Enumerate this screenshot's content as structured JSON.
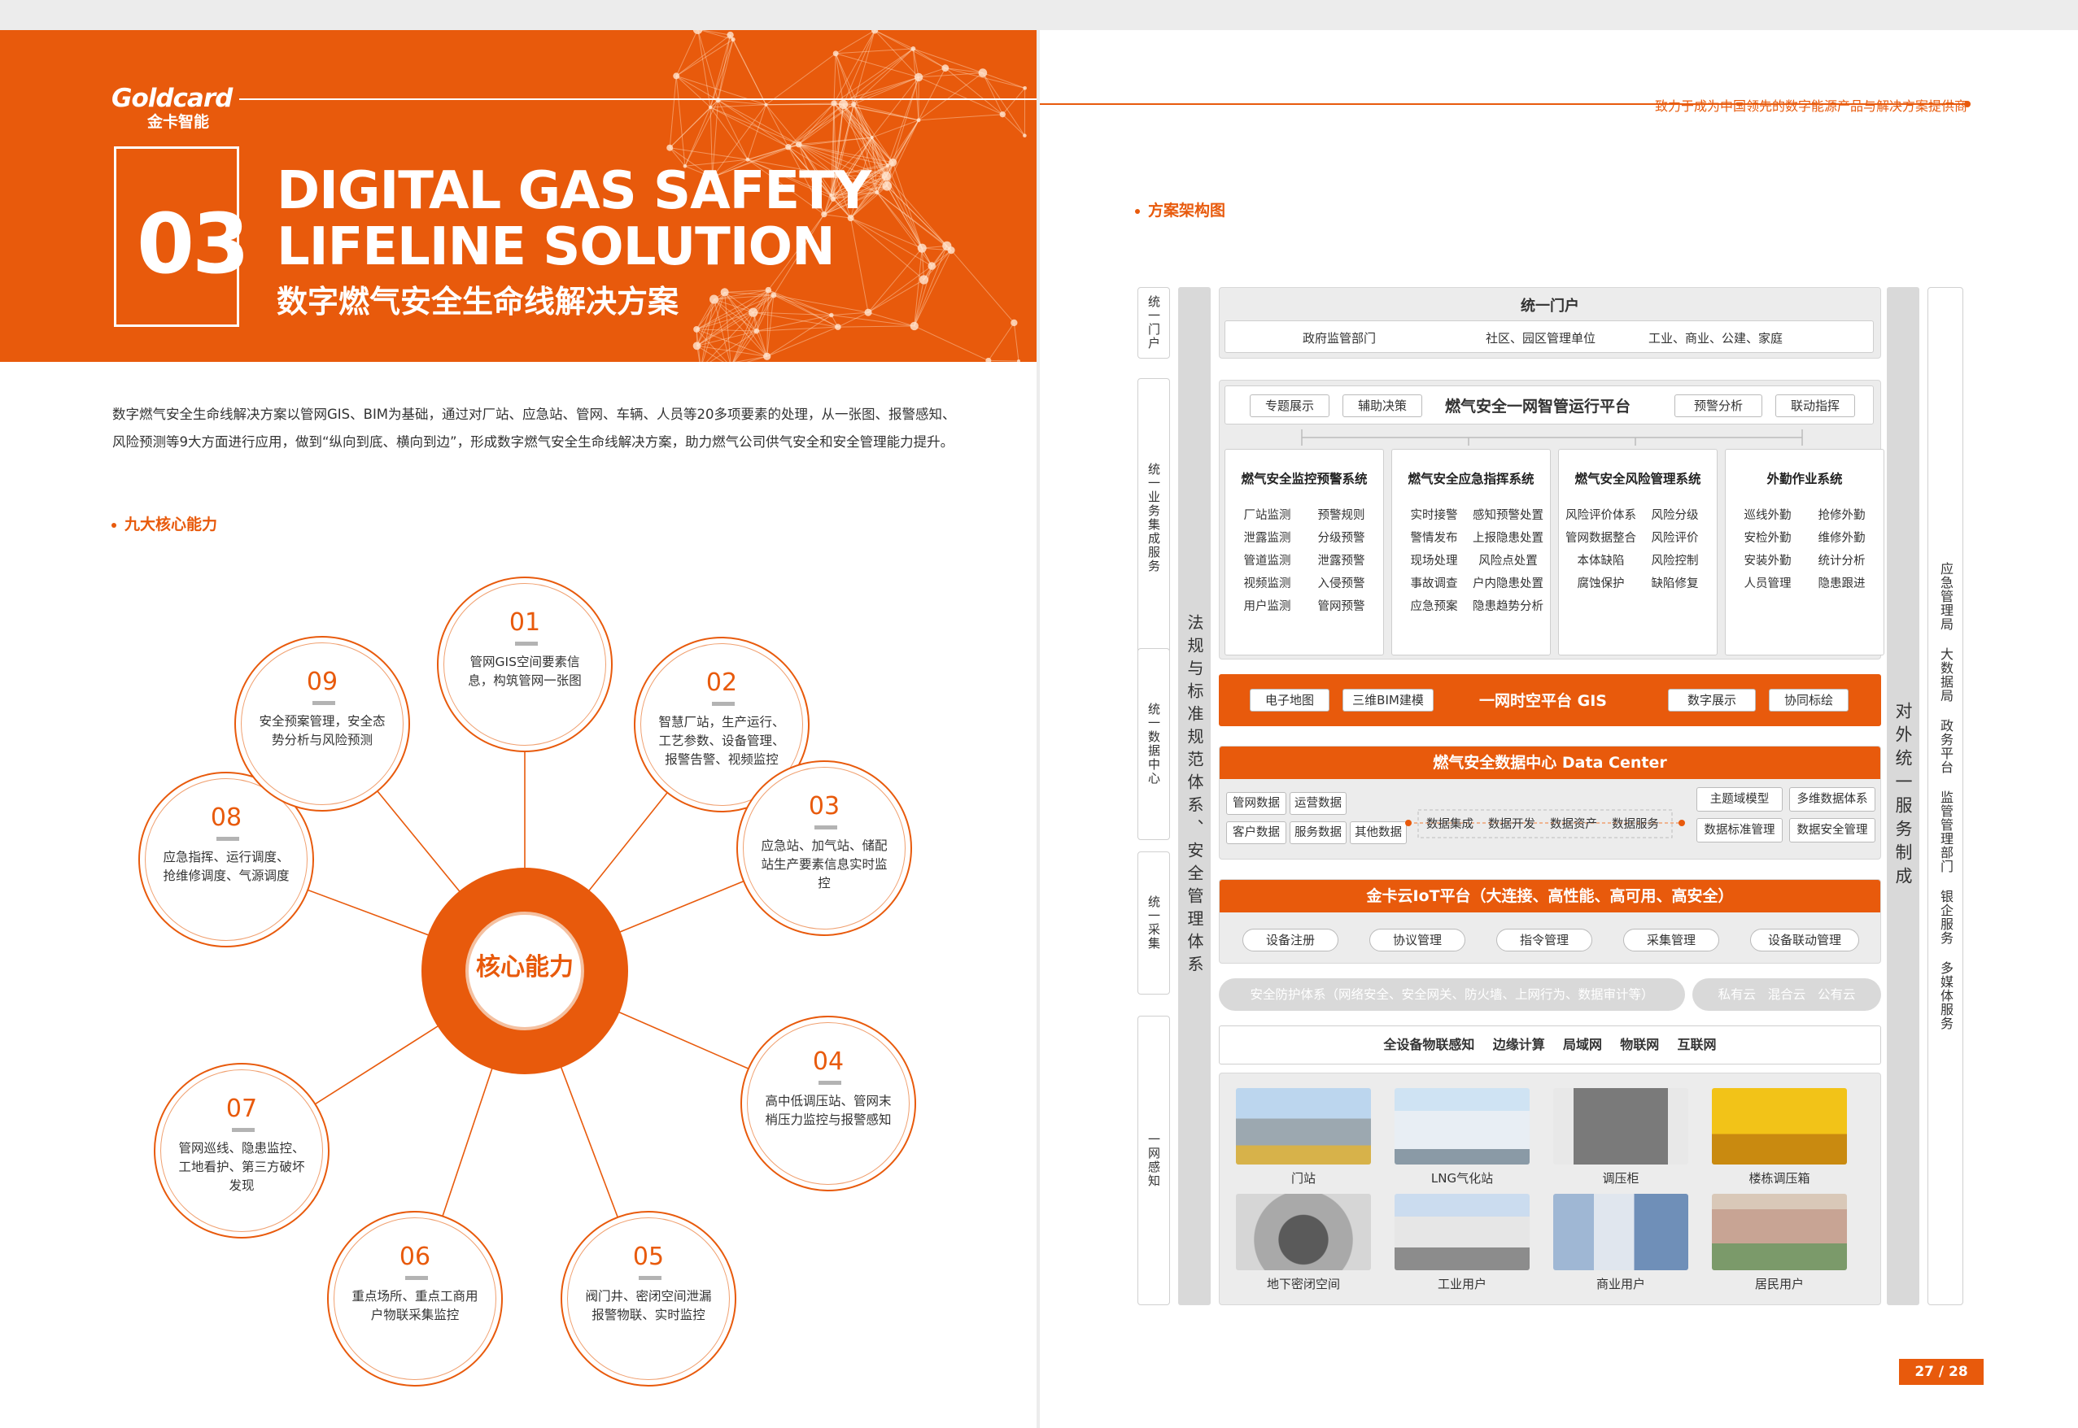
{
  "left_page": {
    "logo_en": "Goldcard",
    "logo_cn": "金卡智能",
    "section_number": "03",
    "title_line1": "DIGITAL GAS SAFETY",
    "title_line2": "LIFELINE SOLUTION",
    "title_cn": "数字燃气安全生命线解决方案",
    "intro": "数字燃气安全生命线解决方案以管网GIS、BIM为基础，通过对厂站、应急站、管网、车辆、人员等20多项要素的处理，从一张图、报警感知、风险预测等9大方面进行应用，做到“纵向到底、横向到边”，形成数字燃气安全生命线解决方案，助力燃气公司供气安全和安全管理能力提升。",
    "section_title": "九大核心能力",
    "core_label": "核心能力",
    "capabilities": [
      {
        "num": "01",
        "text": "管网GIS空间要素信息，构筑管网一张图"
      },
      {
        "num": "02",
        "text": "智慧厂站，生产运行、工艺参数、设备管理、报警告警、视频监控"
      },
      {
        "num": "03",
        "text": "应急站、加气站、储配站生产要素信息实时监控"
      },
      {
        "num": "04",
        "text": "高中低调压站、管网末梢压力监控与报警感知"
      },
      {
        "num": "05",
        "text": "阀门井、密闭空间泄漏报警物联、实时监控"
      },
      {
        "num": "06",
        "text": "重点场所、重点工商用户物联采集监控"
      },
      {
        "num": "07",
        "text": "管网巡线、隐患监控、工地看护、第三方破坏发现"
      },
      {
        "num": "08",
        "text": "应急指挥、运行调度、抢维修调度、气源调度"
      },
      {
        "num": "09",
        "text": "安全预案管理，安全态势分析与风险预测"
      }
    ]
  },
  "right_page": {
    "slogan": "致力于成为中国领先的数字能源产品与解决方案提供商",
    "section_title": "方案架构图",
    "page_number": "27 / 28",
    "left_columns": [
      "统一门户",
      "统一业务集成服务",
      "统一数据中心",
      "统一采集",
      "一网感知"
    ],
    "law_column": "法规与标准规范体系、安全管理体系",
    "service_column": "对外统一服务制成",
    "right_column": "应急管理局 大数据局 政务平台 监管管理部门 银企服务 多媒体服务",
    "portal": {
      "title": "统一门户",
      "items": [
        "政府监管部门",
        "社区、园区管理单位",
        "工业、商业、公建、家庭"
      ]
    },
    "platform": {
      "title": "燃气安全一网智管运行平台",
      "left_tabs": [
        "专题展示",
        "辅助决策"
      ],
      "right_tabs": [
        "预警分析",
        "联动指挥"
      ]
    },
    "systems": [
      {
        "title": "燃气安全监控预警系统",
        "items": [
          "厂站监测",
          "预警规则",
          "泄露监测",
          "分级预警",
          "管道监测",
          "泄露预警",
          "视频监测",
          "入侵预警",
          "用户监测",
          "管网预警"
        ]
      },
      {
        "title": "燃气安全应急指挥系统",
        "items": [
          "实时接警",
          "感知预警处置",
          "警情发布",
          "上报隐患处置",
          "现场处理",
          "风险点处置",
          "事故调查",
          "户内隐患处置",
          "应急预案",
          "隐患趋势分析"
        ]
      },
      {
        "title": "燃气安全风险管理系统",
        "items": [
          "风险评价体系",
          "风险分级",
          "管网数据整合",
          "风险评价",
          "本体缺陷",
          "风险控制",
          "腐蚀保护",
          "缺陷修复"
        ]
      },
      {
        "title": "外勤作业系统",
        "items": [
          "巡线外勤",
          "抢修外勤",
          "安检外勤",
          "维修外勤",
          "安装外勤",
          "统计分析",
          "人员管理",
          "隐患跟进"
        ]
      }
    ],
    "gis": {
      "title": "一网时空平台 GIS",
      "left_tabs": [
        "电子地图",
        "三维BIM建模"
      ],
      "right_tabs": [
        "数字展示",
        "协同标绘"
      ]
    },
    "datacenter": {
      "title": "燃气安全数据中心 Data Center",
      "sources": [
        "管网数据",
        "运营数据",
        "客户数据",
        "服务数据",
        "其他数据"
      ],
      "flow": [
        "数据集成",
        "数据开发",
        "数据资产",
        "数据服务"
      ],
      "outputs": [
        "主题域模型",
        "多维数据体系",
        "数据标准管理",
        "数据安全管理"
      ]
    },
    "iot": {
      "title": "金卡云IoT平台（大连接、高性能、高可用、高安全）",
      "items": [
        "设备注册",
        "协议管理",
        "指令管理",
        "采集管理",
        "设备联动管理"
      ]
    },
    "security": "安全防护体系（网络安全、安全网关、防火墙、上网行为、数据审计等）",
    "cloud": "私有云   混合云   公有云",
    "network": "全设备物联感知    边缘计算    局域网    物联网    互联网",
    "sites": [
      "门站",
      "LNG气化站",
      "调压柜",
      "楼栋调压箱",
      "地下密闭空间",
      "工业用户",
      "商业用户",
      "居民用户"
    ]
  }
}
